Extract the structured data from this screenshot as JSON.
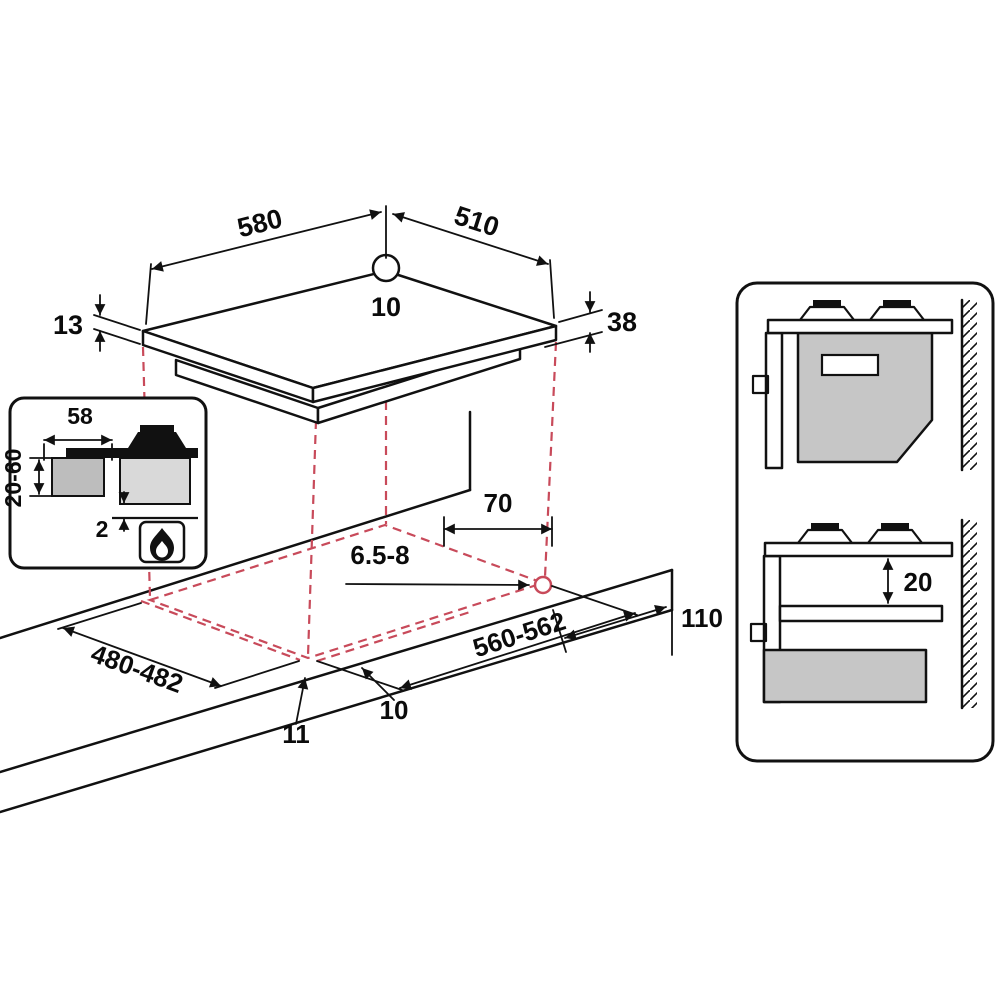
{
  "colors": {
    "line": "#111111",
    "projection_red": "#c84a5a",
    "fill_gray": "#c6c6c6",
    "background": "#ffffff"
  },
  "hob_top_view": {
    "width_mm": "580",
    "depth_mm": "510",
    "hole_diameter_mm": "10",
    "glass_thickness_mm": "13",
    "overall_height_mm": "38"
  },
  "section_detail": {
    "burner_box_width_mm": "58",
    "worktop_thickness_mm": "20-60",
    "clearance_mm": "2"
  },
  "worktop_cutout": {
    "rear_clearance_mm": "70",
    "fixing_hole_mm": "6.5-8",
    "side_clearance_mm": "110",
    "cutout_depth_mm": "480-482",
    "cutout_width_mm": "560-562",
    "front_offset_mm": "10",
    "side_offset_mm": "11"
  },
  "side_views": {
    "shelf_clearance_mm": "20"
  },
  "icons": {
    "flame_icon": "gas-flame",
    "fixing_hole_icon": "drill-hole-circle"
  }
}
